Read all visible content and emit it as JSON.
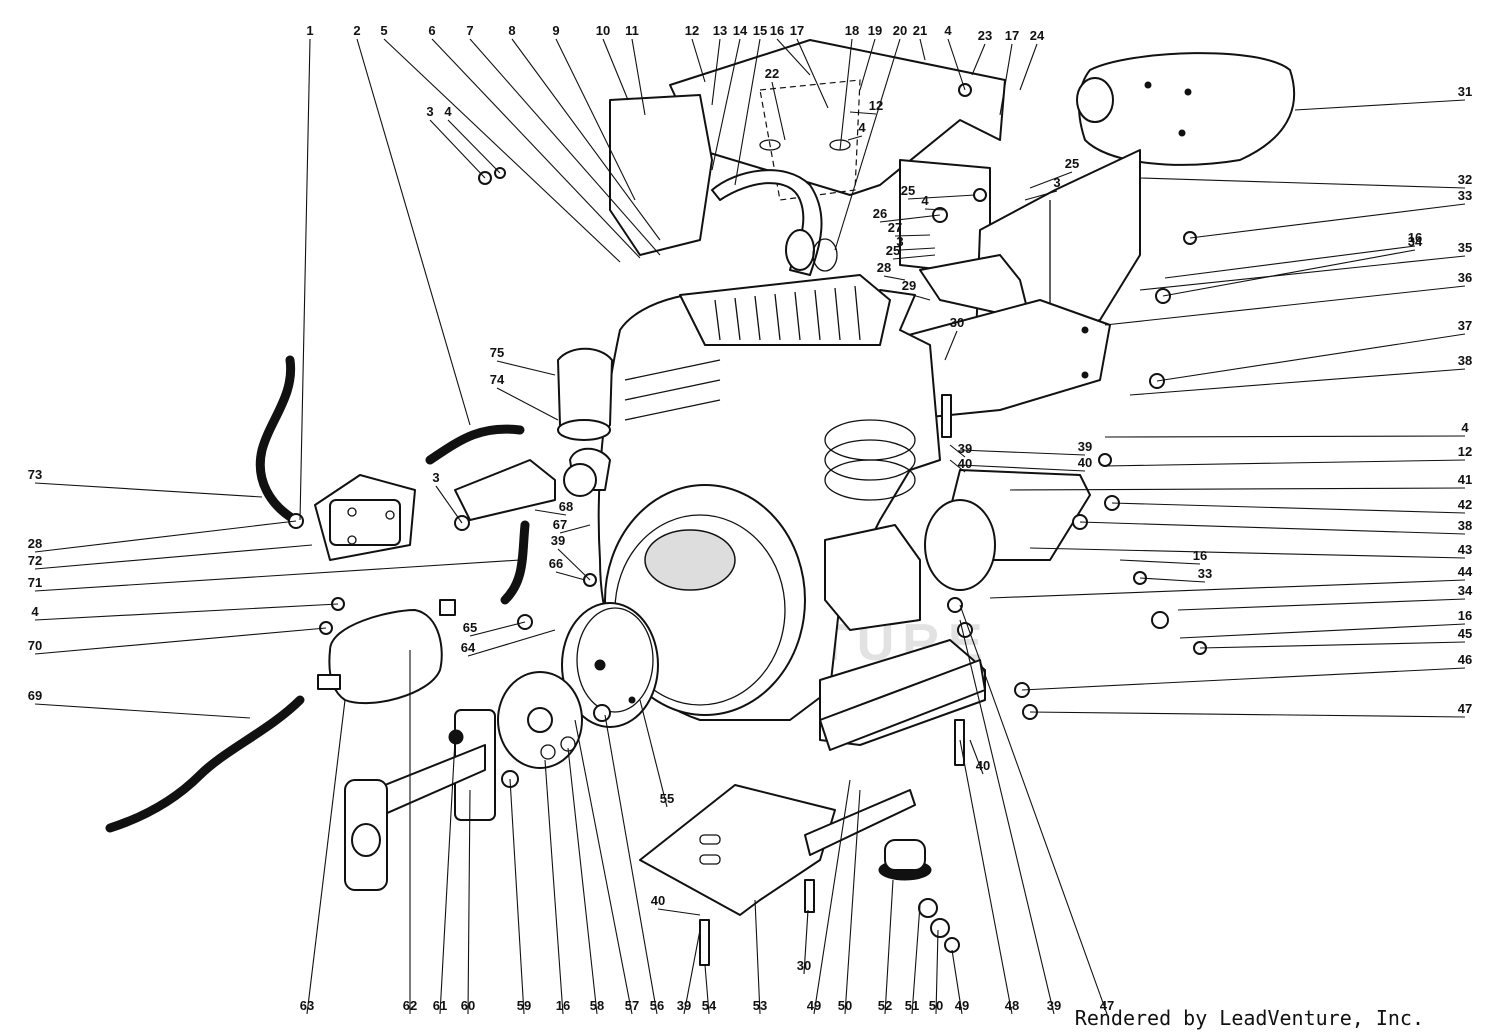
{
  "watermark": "A VENTURE",
  "credit": "Rendered by LeadVenture, Inc.",
  "callouts_top": [
    "1",
    "2",
    "5",
    "6",
    "7",
    "8",
    "9",
    "10",
    "11",
    "12",
    "13",
    "14",
    "15",
    "16",
    "17",
    "18",
    "19",
    "20",
    "21",
    "4",
    "23",
    "17",
    "24"
  ],
  "callouts_right": [
    "31",
    "32",
    "33",
    "16",
    "34",
    "35",
    "36",
    "37",
    "38",
    "4",
    "12",
    "41",
    "42",
    "38",
    "43",
    "16",
    "33",
    "44",
    "34",
    "16",
    "45",
    "46",
    "47"
  ],
  "callouts_left": [
    "73",
    "28",
    "72",
    "71",
    "4",
    "70",
    "69"
  ],
  "callouts_bottom": [
    "63",
    "62",
    "61",
    "60",
    "59",
    "16",
    "58",
    "57",
    "56",
    "39",
    "54",
    "53",
    "30",
    "49",
    "50",
    "52",
    "51",
    "50",
    "49",
    "48",
    "39",
    "47"
  ],
  "callouts_inner": [
    "3",
    "4",
    "22",
    "12",
    "4",
    "25",
    "3",
    "25",
    "4",
    "26",
    "27",
    "25",
    "3",
    "28",
    "29",
    "30",
    "39",
    "40",
    "75",
    "74",
    "3",
    "68",
    "67",
    "39",
    "66",
    "65",
    "64",
    "55",
    "40",
    "40",
    "39",
    "40"
  ]
}
